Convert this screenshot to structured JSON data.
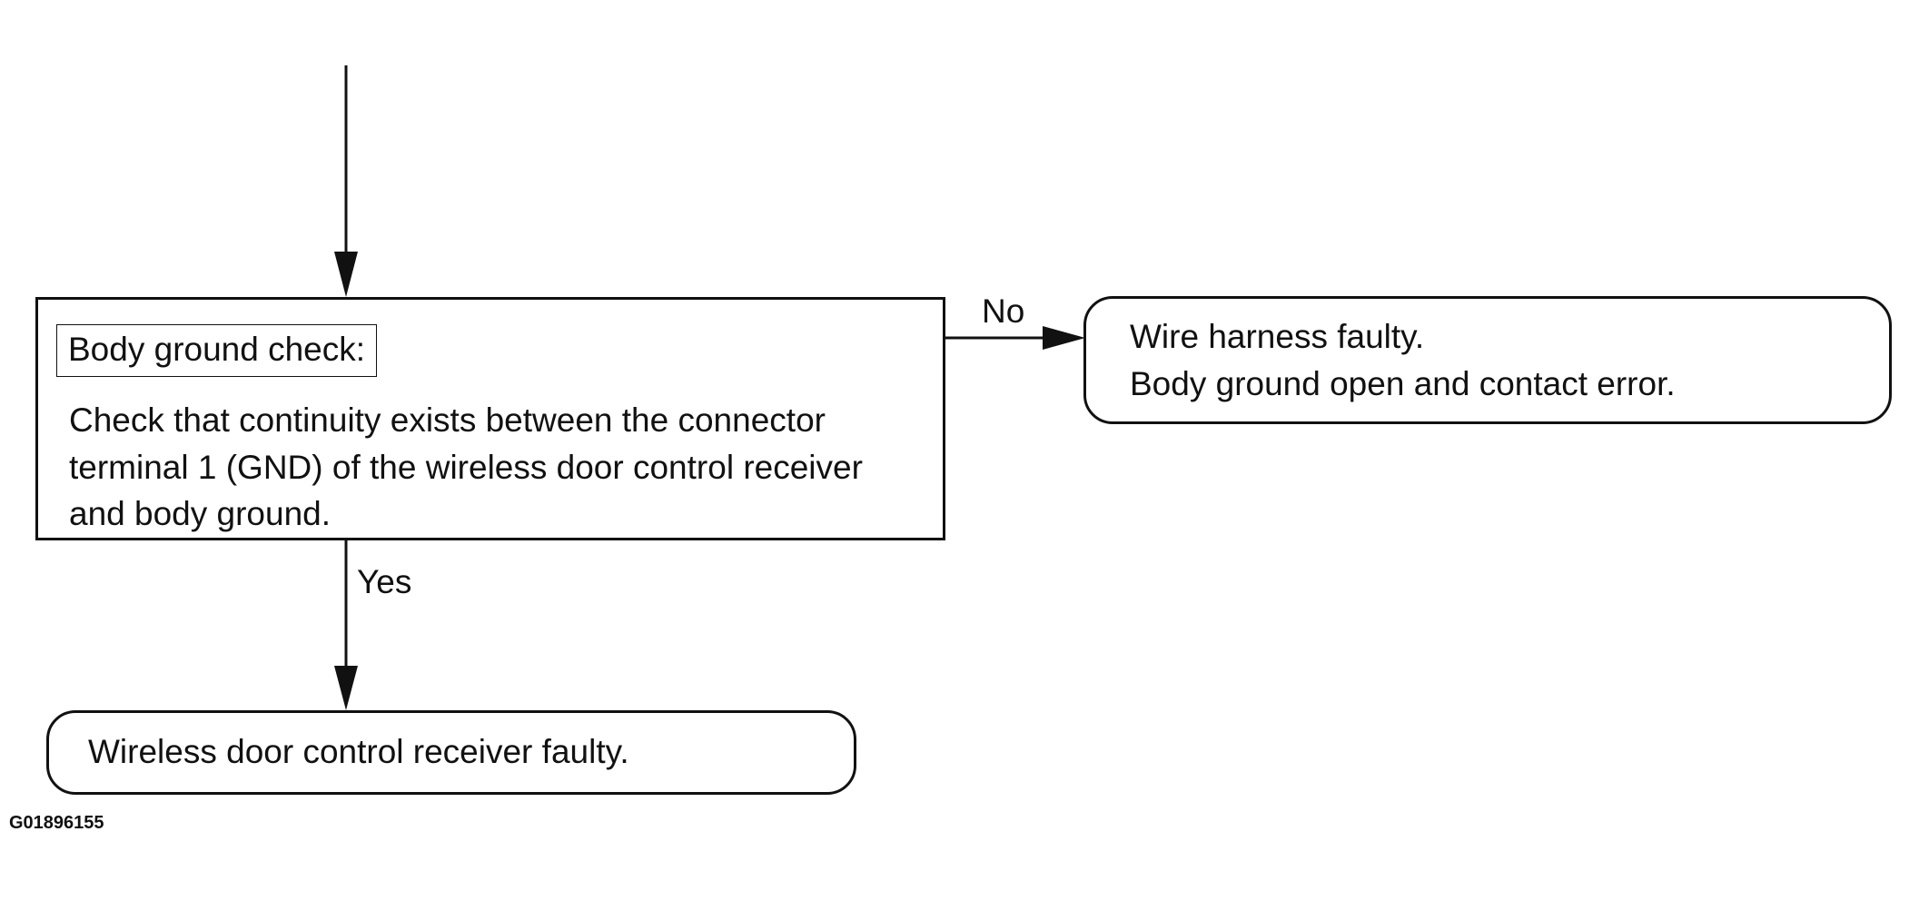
{
  "check": {
    "title": "Body ground check:",
    "lines": [
      "Check that continuity exists between the connector",
      "terminal 1 (GND) of the wireless door control receiver",
      "and body ground."
    ]
  },
  "branches": {
    "no_label": "No",
    "yes_label": "Yes"
  },
  "result_no": {
    "lines": [
      "Wire harness faulty.",
      "Body ground open and contact error."
    ]
  },
  "result_yes": {
    "text": "Wireless door control receiver faulty."
  },
  "figure_id": "G01896155"
}
